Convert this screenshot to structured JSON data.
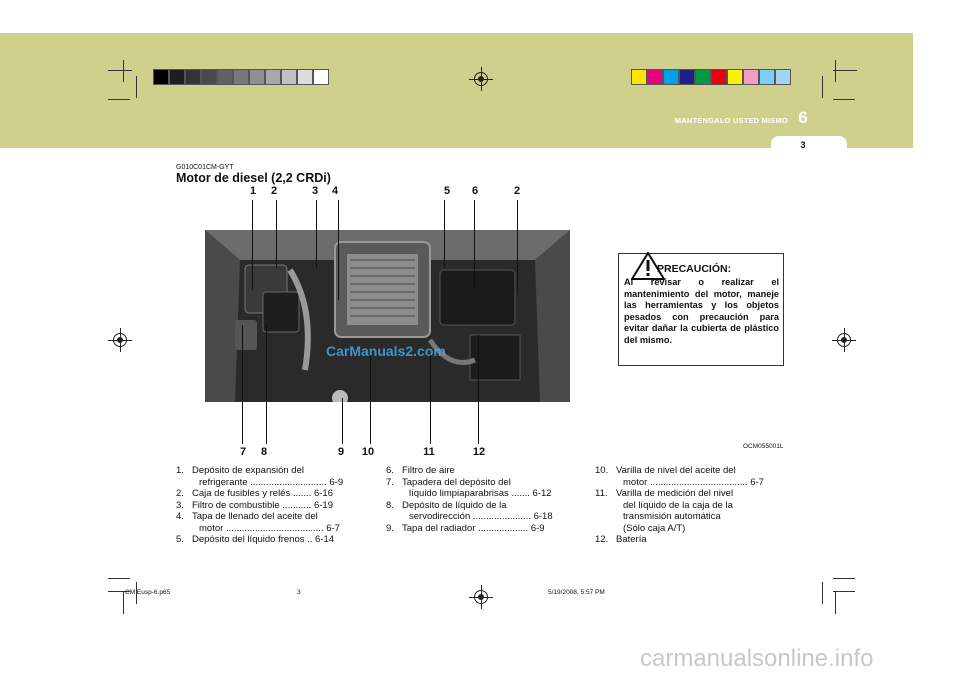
{
  "header": {
    "chapter_title": "MANTENGALO USTED MISMO",
    "chapter_number": "6",
    "page_number": "3",
    "band_color": "#cfd08b",
    "gray_swatches": [
      "#000000",
      "#1e1e1e",
      "#333333",
      "#4a4a4a",
      "#616161",
      "#787878",
      "#8f8f8f",
      "#a8a8a8",
      "#c2c2c2",
      "#dcdcdc",
      "#ffffff"
    ],
    "color_swatches": [
      "#ffe600",
      "#e6007e",
      "#00a0e9",
      "#1d2088",
      "#009944",
      "#e60012",
      "#fff100",
      "#f19ec2",
      "#7dcef4",
      "#9fd4f3"
    ]
  },
  "section": {
    "code": "G010C01CM-GYT",
    "heading": "Motor de diesel (2,2 CRDi)"
  },
  "figure": {
    "top_callouts": [
      "1",
      "2",
      "3",
      "4",
      "5",
      "6",
      "2"
    ],
    "bottom_callouts": [
      "7",
      "8",
      "9",
      "10",
      "11",
      "12"
    ],
    "figure_code": "OCM055001L",
    "watermark": "CarManuals2.com"
  },
  "caution": {
    "title": "PRECAUCIÓN:",
    "body": "Al revisar o realizar el mantenimiento del motor, maneje las herramientas y los objetos pesados con precaución para evitar dañar la cubierta de plástico del mismo.",
    "icon": "warning-triangle-icon"
  },
  "list_col1": [
    {
      "n": "1.",
      "lines": [
        "Depósito de expansión del",
        "refrigerante ............................. 6-9"
      ]
    },
    {
      "n": "2.",
      "lines": [
        "Caja de fusibles y relés ....... 6-16"
      ]
    },
    {
      "n": "3.",
      "lines": [
        "Filtro de combustible ........... 6-19"
      ]
    },
    {
      "n": "4.",
      "lines": [
        "Tapa de llenado del aceite del",
        "motor ..................................... 6-7"
      ]
    },
    {
      "n": "5.",
      "lines": [
        "Depósito del líquido frenos .. 6-14"
      ]
    }
  ],
  "list_col2": [
    {
      "n": "6.",
      "lines": [
        "Filtro de aire"
      ]
    },
    {
      "n": "7.",
      "lines": [
        "Tapadera del depósito del",
        "líquido limpiaparabrisas ....... 6-12"
      ]
    },
    {
      "n": "8.",
      "lines": [
        "Depósito de líquido de la",
        "servodirección ...................... 6-18"
      ]
    },
    {
      "n": "9.",
      "lines": [
        "Tapa del radiador ................... 6-9"
      ]
    }
  ],
  "list_col3": [
    {
      "n": "10.",
      "lines": [
        "Varilla de nivel del aceite del",
        "motor ..................................... 6-7"
      ]
    },
    {
      "n": "11.",
      "lines": [
        "Varilla de medición del nivel",
        "del líquido de la caja de la",
        "transmisión automática",
        "(Sólo caja A/T)"
      ]
    },
    {
      "n": "12.",
      "lines": [
        "Batería"
      ]
    }
  ],
  "footer": {
    "file": "CM Eusp-6.p65",
    "page": "3",
    "date": "5/19/2008, 5:57 PM",
    "site_watermark": "carmanualsonline.info"
  }
}
